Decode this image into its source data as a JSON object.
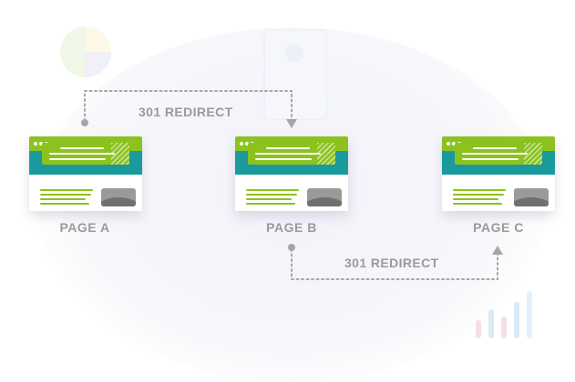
{
  "pages": [
    {
      "label": "PAGE A"
    },
    {
      "label": "PAGE B"
    },
    {
      "label": "PAGE C"
    }
  ],
  "redirects": [
    {
      "label": "301 REDIRECT",
      "from": "PAGE A",
      "to": "PAGE B"
    },
    {
      "label": "301 REDIRECT",
      "from": "PAGE B",
      "to": "PAGE C"
    }
  ],
  "colors": {
    "browser_bar": "#8cc21f",
    "browser_band": "#1a9a9c",
    "arrow": "#a6a6a6",
    "label": "#9a9a9a"
  }
}
